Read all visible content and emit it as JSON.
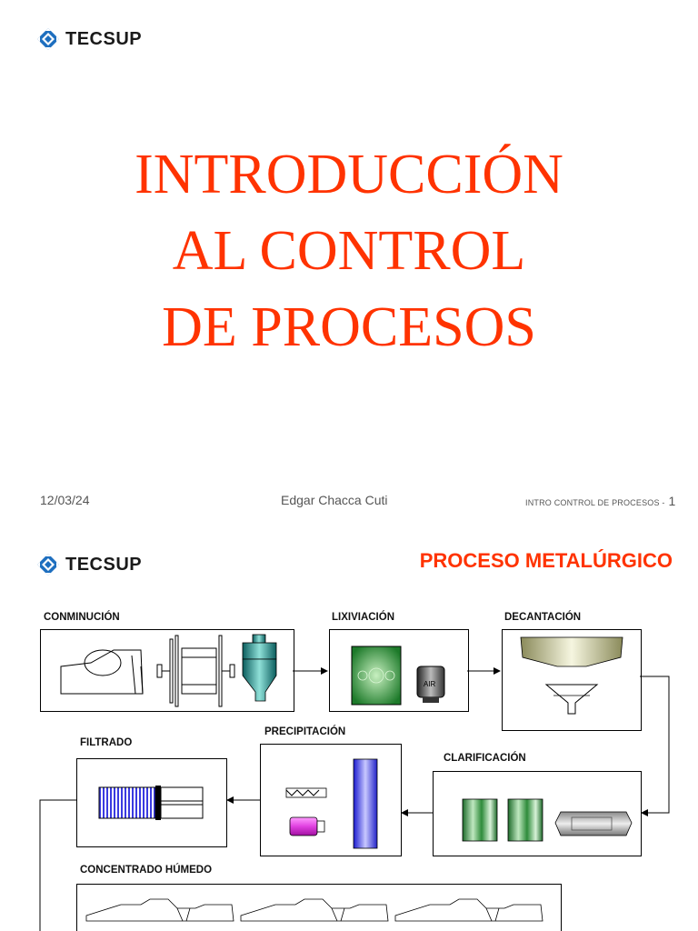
{
  "slide1": {
    "logo_text": "TECSUP",
    "title_lines": [
      "INTRODUCCIÓN",
      "AL CONTROL",
      "DE PROCESOS"
    ],
    "footer": {
      "date": "12/03/24",
      "author": "Edgar Chacca Cuti",
      "course": "INTRO CONTROL DE PROCESOS -",
      "page": "1"
    }
  },
  "slide2": {
    "logo_text": "TECSUP",
    "title": "PROCESO METALÚRGICO",
    "stages": {
      "conminucion": "CONMINUCIÓN",
      "lixiviacion": "LIXIVIACIÓN",
      "decantacion": "DECANTACIÓN",
      "filtrado": "FILTRADO",
      "precipitacion": "PRECIPITACIÓN",
      "clarificacion": "CLARIFICACIÓN",
      "concentrado": "CONCENTRADO HÚMEDO"
    },
    "air_label": "AIR"
  },
  "colors": {
    "title_red": "#ff3300",
    "logo_blue": "#1e6fbf",
    "green": "#2e8b3a",
    "blue": "#3a3ae0",
    "magenta": "#e040e0"
  }
}
